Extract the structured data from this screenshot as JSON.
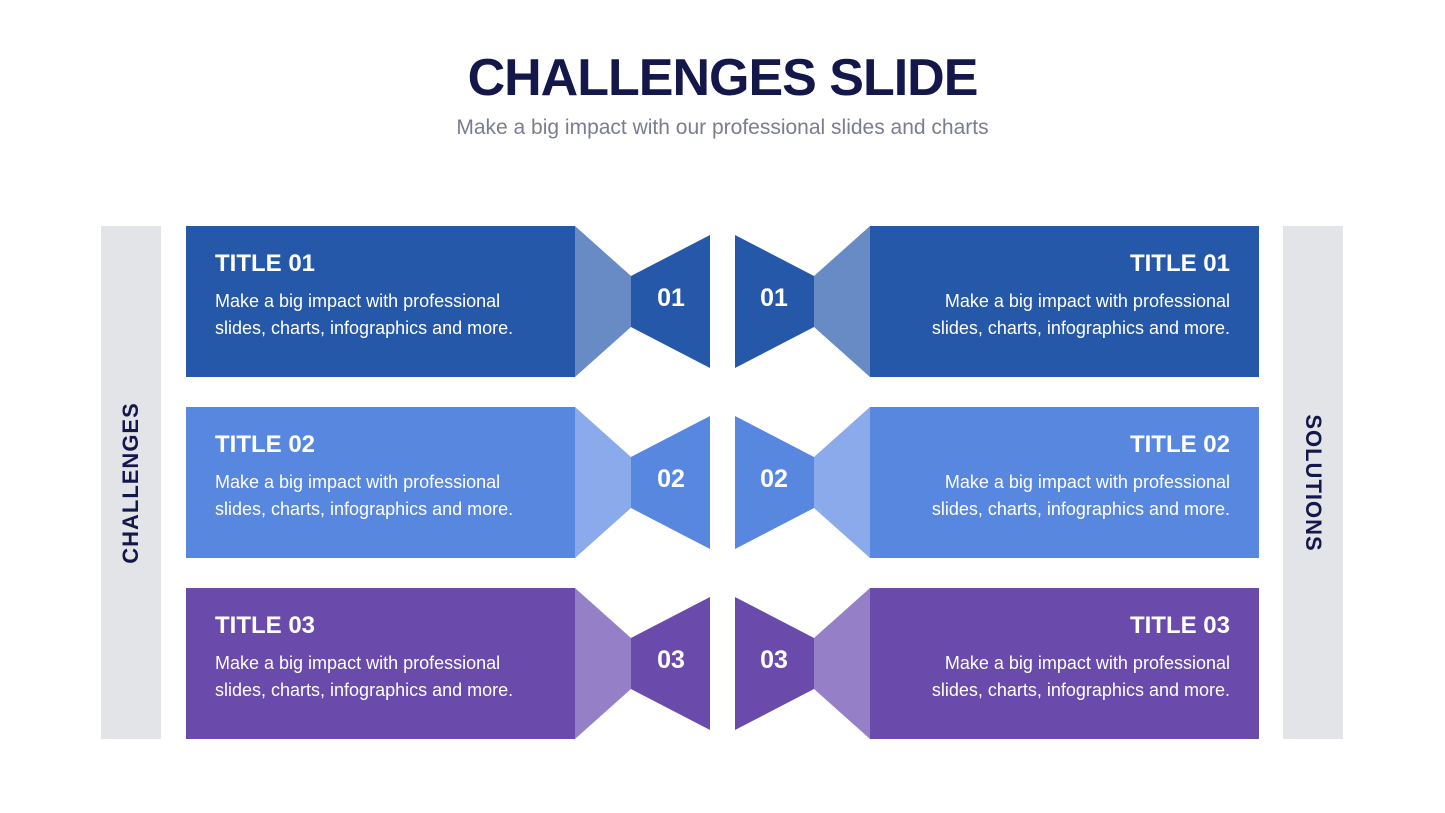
{
  "header": {
    "title": "CHALLENGES SLIDE",
    "subtitle": "Make a big impact with our professional slides and charts"
  },
  "side_labels": {
    "left": "CHALLENGES",
    "right": "SOLUTIONS"
  },
  "rows": [
    {
      "number": "01",
      "challenge": {
        "title": "TITLE 01",
        "body": "Make a big impact with professional slides, charts, infographics and more."
      },
      "solution": {
        "title": "TITLE 01",
        "body": "Make a big impact with professional slides, charts, infographics and more."
      },
      "color": "#2558a9",
      "light": "#688bc6"
    },
    {
      "number": "02",
      "challenge": {
        "title": "TITLE 02",
        "body": "Make a big impact with professional slides, charts, infographics and more."
      },
      "solution": {
        "title": "TITLE 02",
        "body": "Make a big impact with professional slides, charts, infographics and more."
      },
      "color": "#5887e0",
      "light": "#8aaaeb"
    },
    {
      "number": "03",
      "challenge": {
        "title": "TITLE 03",
        "body": "Make a big impact with professional slides, charts, infographics and more."
      },
      "solution": {
        "title": "TITLE 03",
        "body": "Make a big impact with professional slides, charts, infographics and more."
      },
      "color": "#6a4bab",
      "light": "#9580c7"
    }
  ]
}
